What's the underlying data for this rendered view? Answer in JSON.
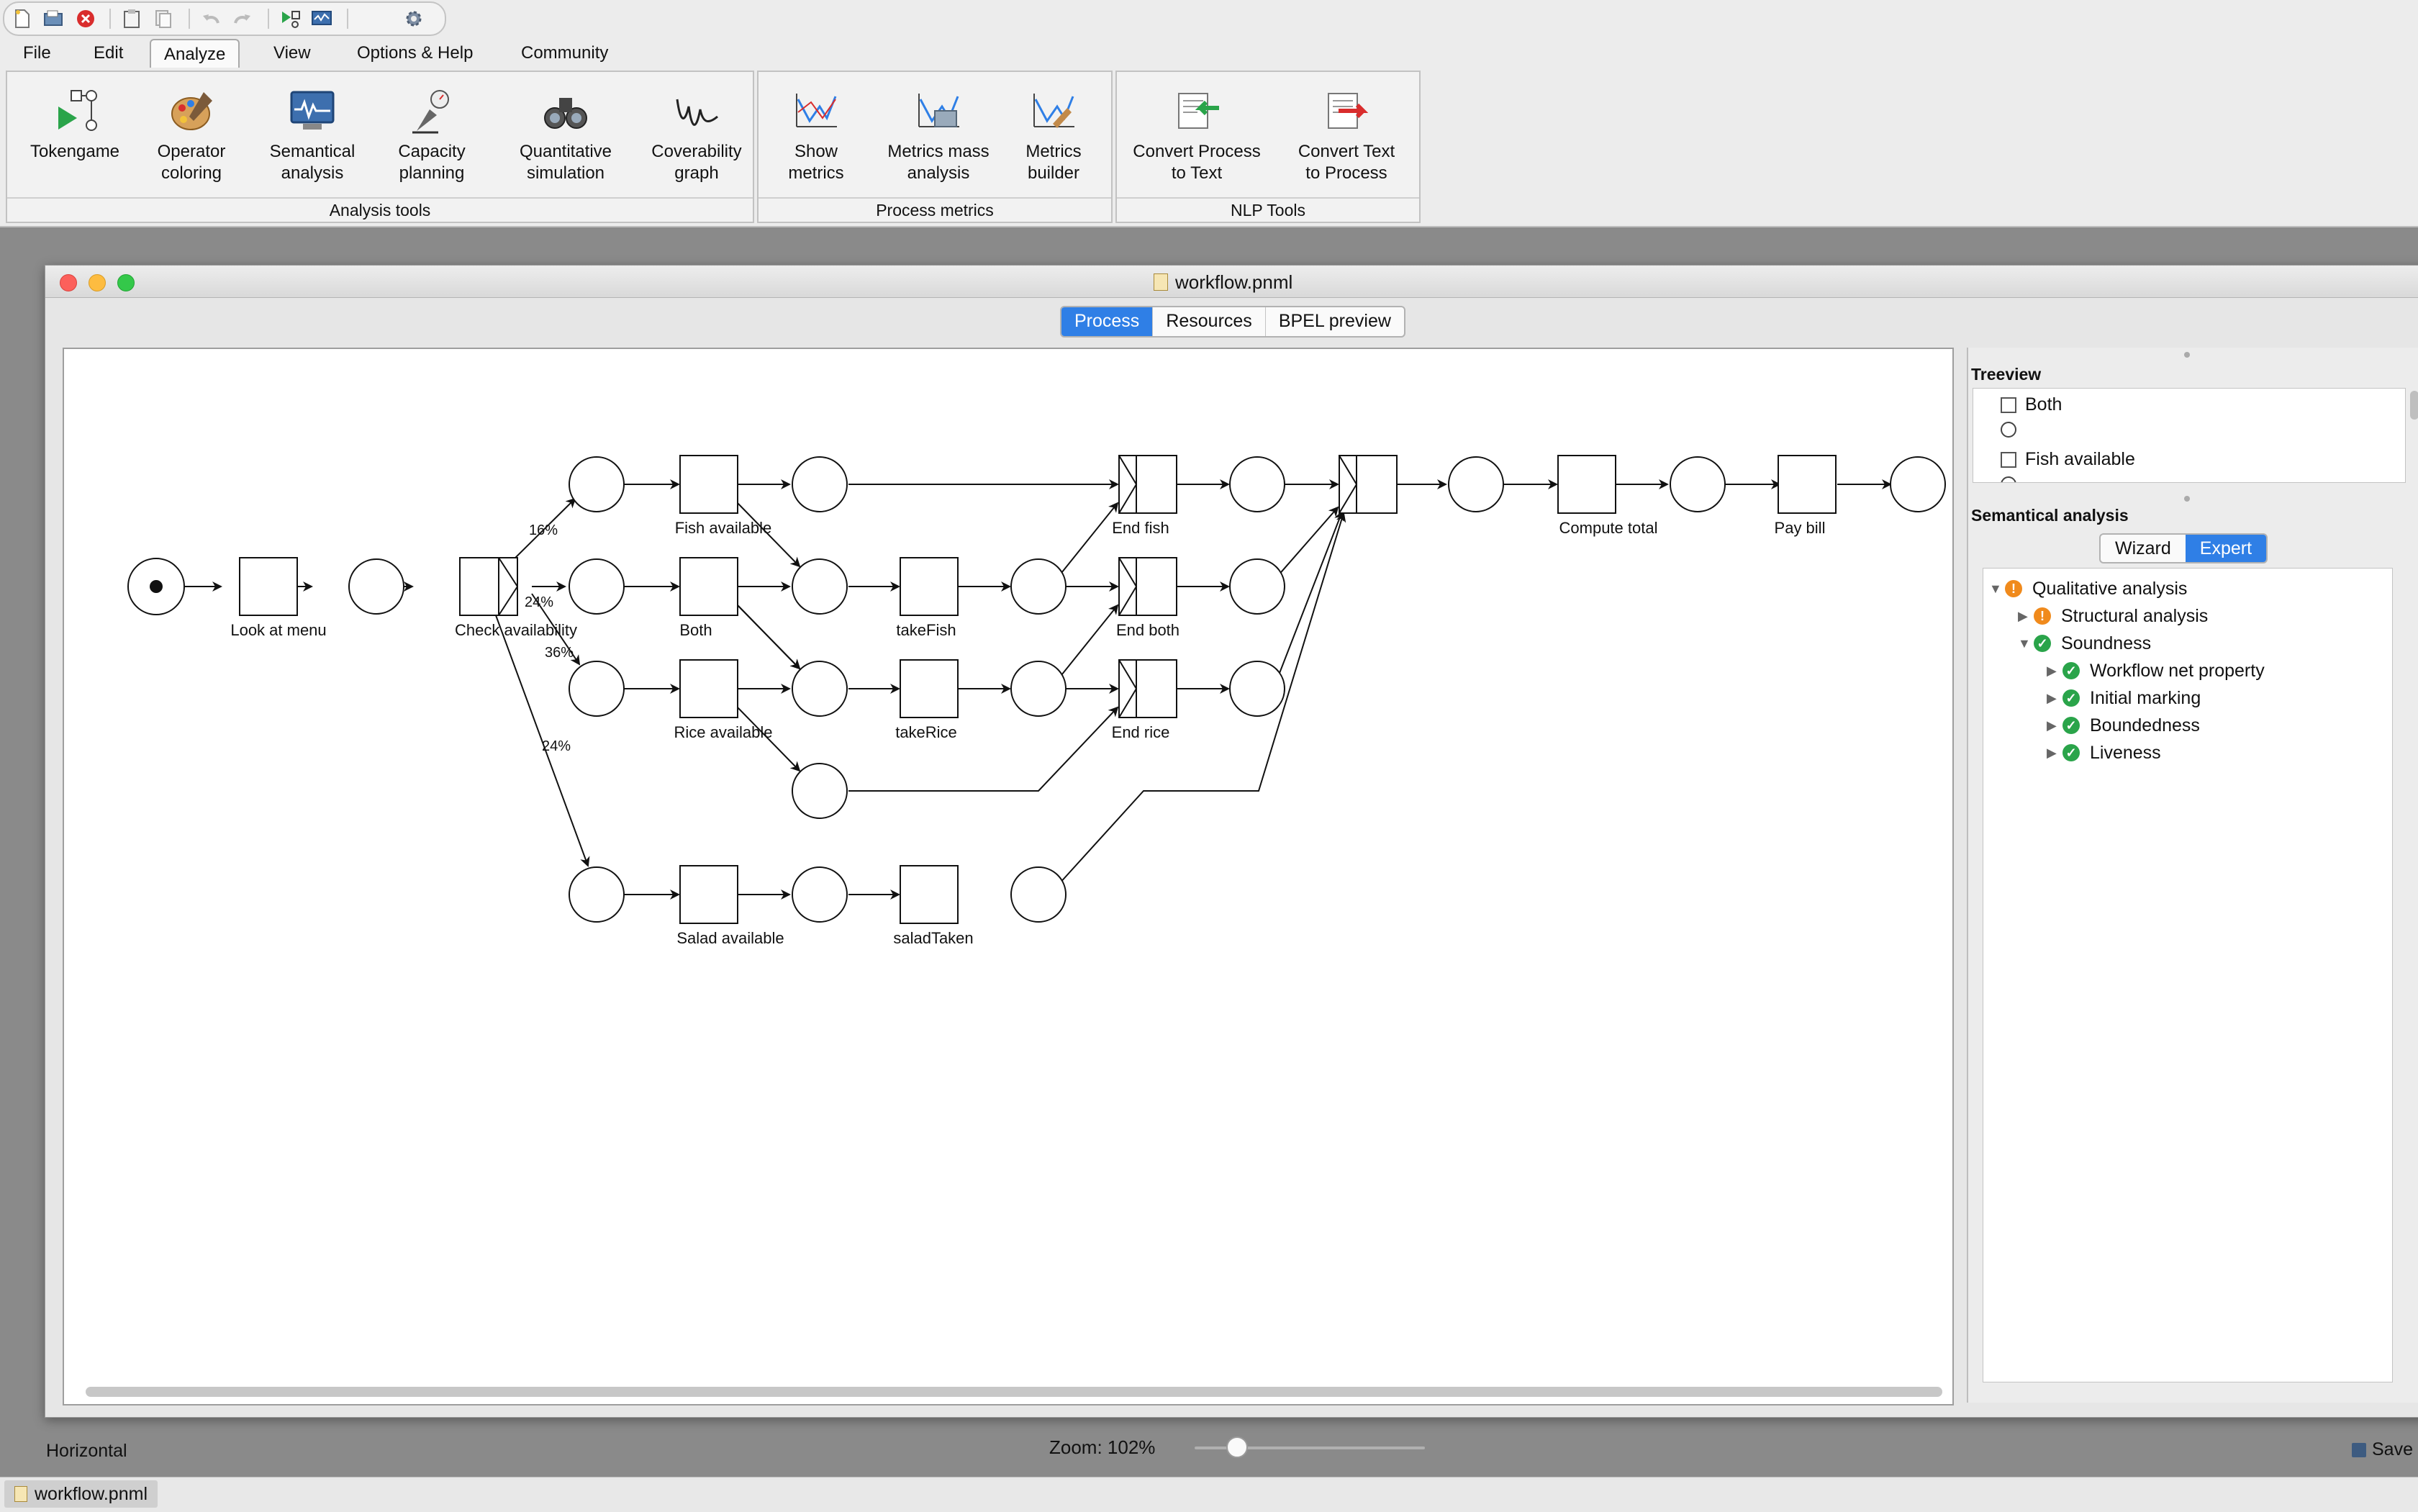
{
  "menu": {
    "items": [
      "File",
      "Edit",
      "Analyze",
      "View",
      "Options & Help",
      "Community"
    ],
    "active": "Analyze"
  },
  "ribbon": {
    "groups": [
      {
        "label": "Analysis tools",
        "buttons": [
          {
            "l1": "Tokengame",
            "l2": "",
            "icon": "tokengame-icon"
          },
          {
            "l1": "Operator",
            "l2": "coloring",
            "icon": "palette-icon"
          },
          {
            "l1": "Semantical",
            "l2": "analysis",
            "icon": "monitor-icon"
          },
          {
            "l1": "Capacity",
            "l2": "planning",
            "icon": "capacity-icon"
          },
          {
            "l1": "Quantitative",
            "l2": "simulation",
            "icon": "binoculars-icon"
          },
          {
            "l1": "Coverability",
            "l2": "graph",
            "icon": "coverability-icon"
          }
        ]
      },
      {
        "label": "Process metrics",
        "buttons": [
          {
            "l1": "Show",
            "l2": "metrics",
            "icon": "metrics-icon"
          },
          {
            "l1": "Metrics mass",
            "l2": "analysis",
            "icon": "metrics-mass-icon"
          },
          {
            "l1": "Metrics",
            "l2": "builder",
            "icon": "metrics-builder-icon"
          }
        ]
      },
      {
        "label": "NLP Tools",
        "buttons": [
          {
            "l1": "Convert Process",
            "l2": "to Text",
            "icon": "process-to-text-icon"
          },
          {
            "l1": "Convert Text",
            "l2": "to Process",
            "icon": "text-to-process-icon"
          }
        ]
      }
    ]
  },
  "document": {
    "title": "workflow.pnml",
    "tabs": [
      "Process",
      "Resources",
      "BPEL preview"
    ],
    "active_tab": "Process"
  },
  "net": {
    "labels": {
      "look_at_menu": "Look at menu",
      "check_availability": "Check availability",
      "fish_available": "Fish available",
      "both": "Both",
      "rice_available": "Rice available",
      "salad_available": "Salad available",
      "take_fish": "takeFish",
      "take_rice": "takeRice",
      "salad_taken": "saladTaken",
      "end_fish": "End fish",
      "end_both": "End both",
      "end_rice": "End rice",
      "compute_total": "Compute total",
      "pay_bill": "Pay bill"
    },
    "probabilities": {
      "p1": "16%",
      "p2": "24%",
      "p3": "36%",
      "p4": "24%"
    },
    "initial_tokens": 1
  },
  "treeview": {
    "title": "Treeview",
    "rows": [
      {
        "type": "checkbox",
        "label": "Both"
      },
      {
        "type": "place",
        "label": ""
      },
      {
        "type": "checkbox",
        "label": "Fish available"
      }
    ]
  },
  "semantical": {
    "title": "Semantical analysis",
    "tabs": [
      "Wizard",
      "Expert"
    ],
    "active_tab": "Expert",
    "tree": [
      {
        "label": "Qualitative analysis",
        "status": "warn",
        "level": 0,
        "expanded": true
      },
      {
        "label": "Structural analysis",
        "status": "warn",
        "level": 1,
        "expanded": false
      },
      {
        "label": "Soundness",
        "status": "ok",
        "level": 1,
        "expanded": true
      },
      {
        "label": "Workflow net property",
        "status": "ok",
        "level": 2,
        "expanded": false
      },
      {
        "label": "Initial marking",
        "status": "ok",
        "level": 2,
        "expanded": false
      },
      {
        "label": "Boundedness",
        "status": "ok",
        "level": 2,
        "expanded": false
      },
      {
        "label": "Liveness",
        "status": "ok",
        "level": 2,
        "expanded": false
      }
    ]
  },
  "status": {
    "orientation": "Horizontal",
    "zoom_label": "Zoom: 102%",
    "zoom": 1.02,
    "save_label": "Save"
  },
  "taskbar": {
    "item": "workflow.pnml"
  },
  "colors": {
    "accent": "#2f7fe6",
    "warning": "#f08a1c",
    "ok": "#2aa44a",
    "close": "#d92d2d"
  }
}
